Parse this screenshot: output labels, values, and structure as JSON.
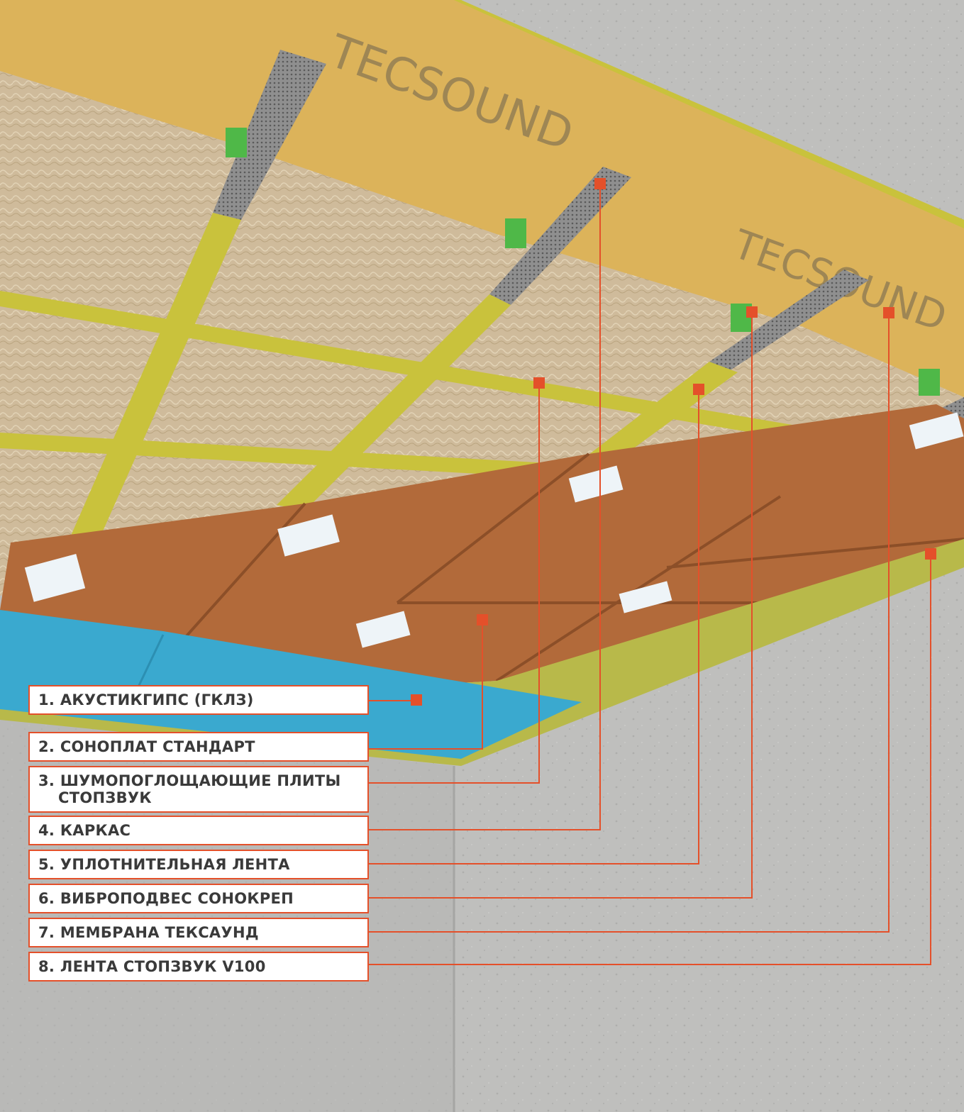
{
  "brand_print": "TECSOUND",
  "colors": {
    "leader": "#e4502a",
    "label_text": "#3a3a3a",
    "membrane": "#dcb35a",
    "wool": "#cdb898",
    "frame": "#c9c23c",
    "sonoplat": "#b26a3a",
    "gypsum": "#3aa9cf",
    "concrete": "#bdbdbb"
  },
  "labels": [
    {
      "num": "1.",
      "text": "АКУСТИКГИПС (ГКЛЗ)"
    },
    {
      "num": "2.",
      "text": "СОНОПЛАТ СТАНДАРТ"
    },
    {
      "num": "3.",
      "text": "ШУМОПОГЛОЩАЮЩИЕ ПЛИТЫ",
      "text2": "СТОПЗВУК"
    },
    {
      "num": "4.",
      "text": "КАРКАС"
    },
    {
      "num": "5.",
      "text": "УПЛОТНИТЕЛЬНАЯ ЛЕНТА"
    },
    {
      "num": "6.",
      "text": "ВИБРОПОДВЕС СОНОКРЕП"
    },
    {
      "num": "7.",
      "text": "МЕМБРАНА ТЕКСАУНД"
    },
    {
      "num": "8.",
      "text": "ЛЕНТА СТОПЗВУК V100"
    }
  ]
}
